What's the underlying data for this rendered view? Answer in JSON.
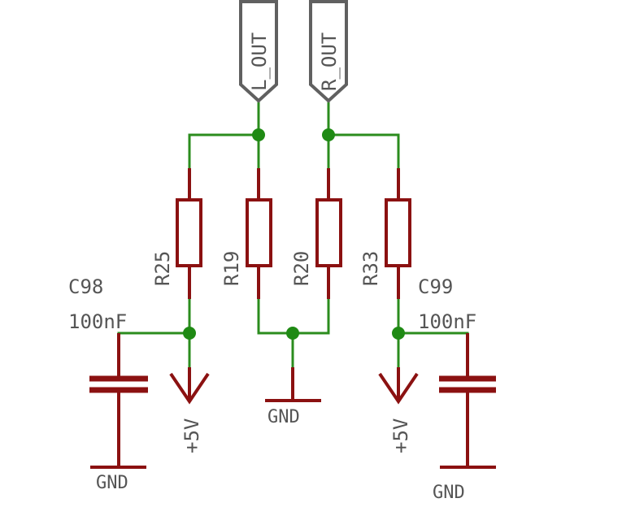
{
  "ports": {
    "left": "L_OUT",
    "right": "R_OUT"
  },
  "resistors": [
    {
      "ref": "R25"
    },
    {
      "ref": "R19"
    },
    {
      "ref": "R20"
    },
    {
      "ref": "R33"
    }
  ],
  "capacitors": [
    {
      "ref": "C98",
      "value": "100nF"
    },
    {
      "ref": "C99",
      "value": "100nF"
    }
  ],
  "power": {
    "supply_left": "+5V",
    "supply_right": "+5V"
  },
  "grounds": {
    "center": "GND",
    "left": "GND",
    "right": "GND"
  },
  "colors": {
    "wire": "#2b8c1e",
    "component": "#8b1111",
    "port": "#606060",
    "label": "#555555"
  }
}
